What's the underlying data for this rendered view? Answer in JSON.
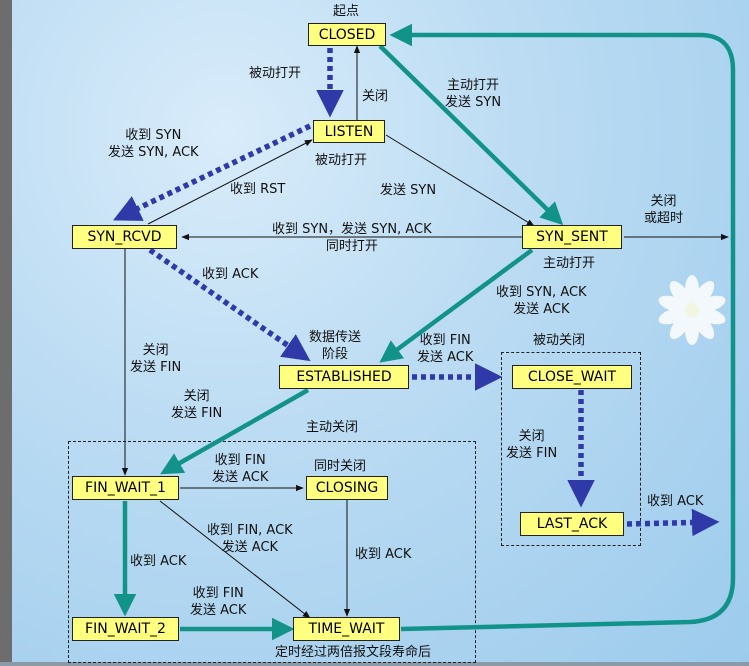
{
  "title": "起点",
  "states": {
    "closed": "CLOSED",
    "listen": "LISTEN",
    "syn_rcvd": "SYN_RCVD",
    "syn_sent": "SYN_SENT",
    "established": "ESTABLISHED",
    "close_wait": "CLOSE_WAIT",
    "last_ack": "LAST_ACK",
    "fin_wait_1": "FIN_WAIT_1",
    "closing": "CLOSING",
    "fin_wait_2": "FIN_WAIT_2",
    "time_wait": "TIME_WAIT"
  },
  "regions": {
    "active_close": "主动关闭",
    "passive_close": "被动关闭"
  },
  "labels": {
    "passive_open": "被动打开",
    "close": "关闭",
    "active_open_1": "主动打开",
    "active_open_2": "发送 SYN",
    "recv_syn_1": "收到 SYN",
    "recv_syn_2": "发送 SYN, ACK",
    "listen_sub": "被动打开",
    "recv_rst": "收到 RST",
    "send_syn": "发送 SYN",
    "close_timeout_1": "关闭",
    "close_timeout_2": "或超时",
    "simul_open_1": "收到 SYN，发送 SYN, ACK",
    "simul_open_2": "同时打开",
    "syn_sent_sub": "主动打开",
    "recv_ack": "收到 ACK",
    "recv_synack_1": "收到 SYN, ACK",
    "recv_synack_2": "发送 ACK",
    "data_transfer_1": "数据传送",
    "data_transfer_2": "阶段",
    "recv_fin_1": "收到 FIN",
    "recv_fin_2": "发送 ACK",
    "close_fin_left_1": "关闭",
    "close_fin_left_2": "发送 FIN",
    "close_fin_mid_1": "关闭",
    "close_fin_mid_2": "发送 FIN",
    "close_fin_right_1": "关闭",
    "close_fin_right_2": "发送 FIN",
    "lastack_recv_ack": "收到 ACK",
    "fw1_recv_fin_1": "收到 FIN",
    "fw1_recv_fin_2": "发送 ACK",
    "simul_close": "同时关闭",
    "fin_ack_1": "收到 FIN, ACK",
    "fin_ack_2": "发送 ACK",
    "closing_recv_ack": "收到 ACK",
    "fw1_recv_ack": "收到 ACK",
    "fw2_recv_fin_1": "收到 FIN",
    "fw2_recv_fin_2": "发送 ACK",
    "timeout_note": "定时经过两倍报文段寿命后"
  },
  "colors": {
    "client_path": "#12938a",
    "server_path": "#2f3aa8",
    "state_fill": "#ffff80"
  }
}
